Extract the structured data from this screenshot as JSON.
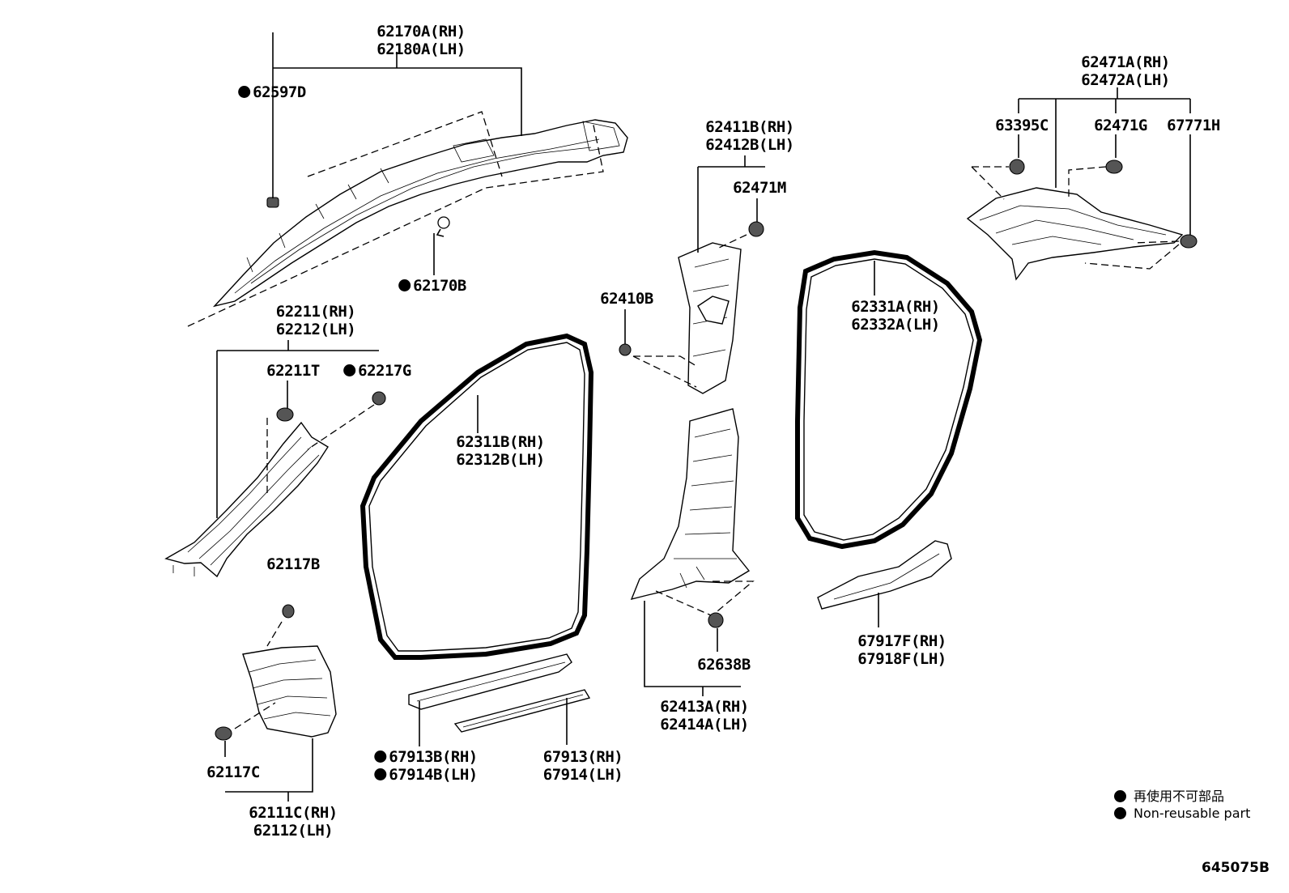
{
  "parts": [
    {
      "id": "p62170A",
      "lines": [
        "62170A(RH)",
        "62180A(LH)"
      ],
      "dot": false
    },
    {
      "id": "p62597D",
      "lines": [
        "62597D"
      ],
      "dot": true
    },
    {
      "id": "p62170B",
      "lines": [
        "62170B"
      ],
      "dot": true
    },
    {
      "id": "p62211",
      "lines": [
        "62211(RH)",
        "62212(LH)"
      ],
      "dot": false
    },
    {
      "id": "p62211T",
      "lines": [
        "62211T"
      ],
      "dot": false
    },
    {
      "id": "p62217G",
      "lines": [
        "62217G"
      ],
      "dot": true
    },
    {
      "id": "p62117B",
      "lines": [
        "62117B"
      ],
      "dot": false
    },
    {
      "id": "p62117C",
      "lines": [
        "62117C"
      ],
      "dot": false
    },
    {
      "id": "p62111C",
      "lines": [
        "62111C(RH)",
        "62112(LH)"
      ],
      "dot": false
    },
    {
      "id": "p62311B",
      "lines": [
        "62311B(RH)",
        "62312B(LH)"
      ],
      "dot": false
    },
    {
      "id": "p67913B",
      "lines": [
        "67913B(RH)",
        "67914B(LH)"
      ],
      "dot": true
    },
    {
      "id": "p67913",
      "lines": [
        "67913(RH)",
        "67914(LH)"
      ],
      "dot": false
    },
    {
      "id": "p62411B",
      "lines": [
        "62411B(RH)",
        "62412B(LH)"
      ],
      "dot": false
    },
    {
      "id": "p62471M",
      "lines": [
        "62471M"
      ],
      "dot": false
    },
    {
      "id": "p62410B",
      "lines": [
        "62410B"
      ],
      "dot": false
    },
    {
      "id": "p62638B",
      "lines": [
        "62638B"
      ],
      "dot": false
    },
    {
      "id": "p62413A",
      "lines": [
        "62413A(RH)",
        "62414A(LH)"
      ],
      "dot": false
    },
    {
      "id": "p62331A",
      "lines": [
        "62331A(RH)",
        "62332A(LH)"
      ],
      "dot": false
    },
    {
      "id": "p67917F",
      "lines": [
        "67917F(RH)",
        "67918F(LH)"
      ],
      "dot": false
    },
    {
      "id": "p62471A",
      "lines": [
        "62471A(RH)",
        "62472A(LH)"
      ],
      "dot": false
    },
    {
      "id": "p63395C",
      "lines": [
        "63395C"
      ],
      "dot": false
    },
    {
      "id": "p62471G",
      "lines": [
        "62471G"
      ],
      "dot": false
    },
    {
      "id": "p67771H",
      "lines": [
        "67771H"
      ],
      "dot": false
    }
  ],
  "legend": {
    "jp": "再使用不可部品",
    "en": "Non-reusable part"
  },
  "figure_id": "645075B"
}
